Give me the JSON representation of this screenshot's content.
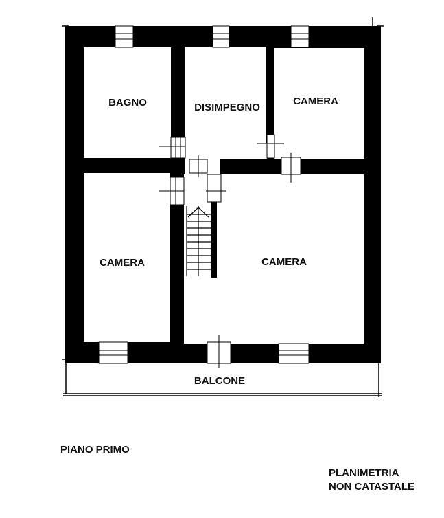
{
  "rooms": {
    "bagno": "BAGNO",
    "disimpegno": "DISIMPEGNO",
    "camera_top_right": "CAMERA",
    "camera_left": "CAMERA",
    "camera_right": "CAMERA",
    "balcone": "BALCONE"
  },
  "captions": {
    "floor": "PIANO PRIMO",
    "note_line1": "PLANIMETRIA",
    "note_line2": "NON CATASTALE"
  },
  "colors": {
    "wall": "#000000",
    "background": "#ffffff"
  }
}
